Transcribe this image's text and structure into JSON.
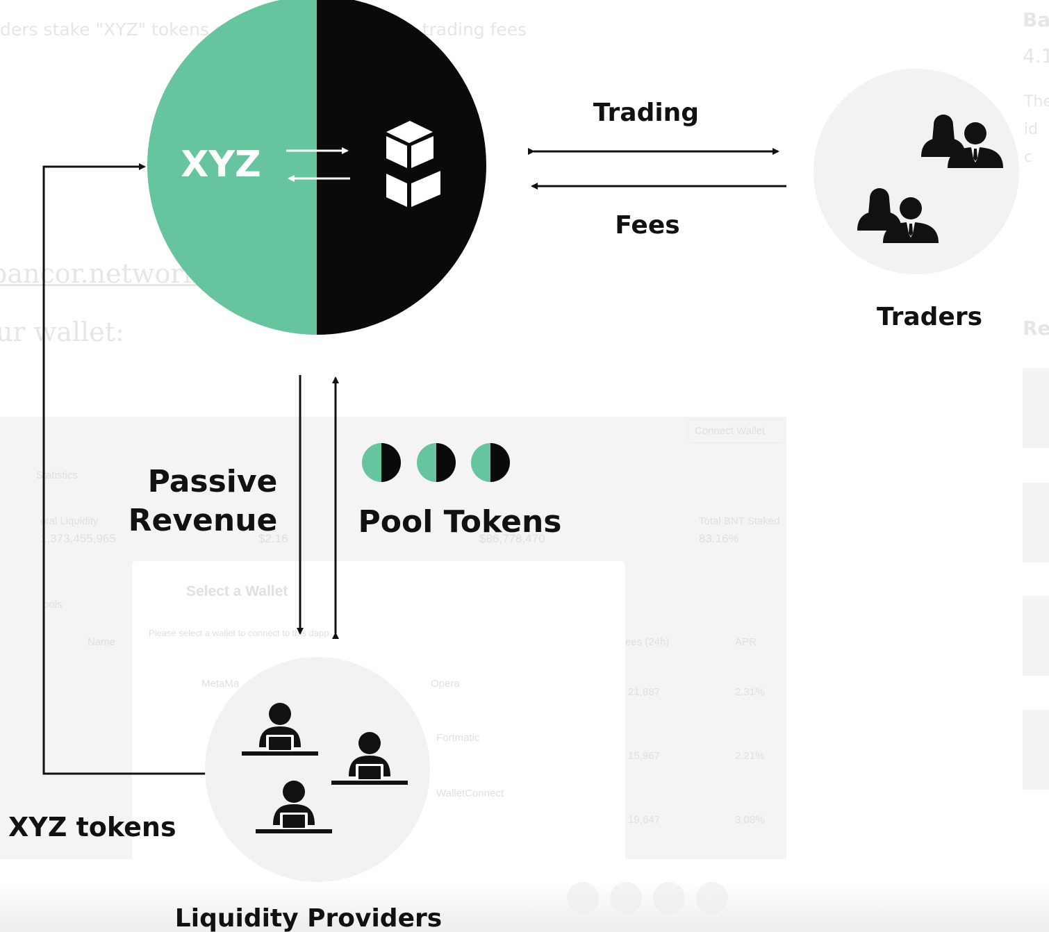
{
  "diagram": {
    "pool_token_symbol": "XYZ",
    "trading_label": "Trading",
    "fees_label": "Fees",
    "traders_label": "Traders",
    "passive_revenue_line1": "Passive",
    "passive_revenue_line2": "Revenue",
    "pool_tokens_label": "Pool Tokens",
    "xyz_tokens_label": "XYZ tokens",
    "liquidity_providers_label": "Liquidity Providers"
  },
  "colors": {
    "mint": "#66c49f",
    "black": "#0a0a0a",
    "node_gray": "#f2f2f2",
    "line": "#111111",
    "faint_text": "#e4e4e4"
  },
  "background": {
    "top_text": "ders stake \"XYZ\" tokens                              ool and earn yield from trading fees",
    "link_text": "bancor.network",
    "wallet_text": "ur wallet:",
    "right_header": "Ba",
    "right_value": "4.1",
    "right_text_1": "The",
    "right_text_2": "id",
    "right_text_3": "c",
    "right_header_2": "Re",
    "statistics": "Statistics",
    "total_liquidity": "otal Liquidity",
    "total_liquidity_value": "1,373,455,965",
    "mid_value_1": "$2.16",
    "mid_value_2": "$86,778,470",
    "total_bnt_staked": "Total BNT Staked",
    "staked_pct": "83.16%",
    "connect_wallet": "Connect Wallet",
    "select_wallet": "Select a Wallet",
    "please_select": "Please select a wallet to connect to this dapp",
    "pools_tab": "ools",
    "name_header": "Name",
    "fees_24h": "ees (24h)",
    "apr": "APR",
    "metamask": "MetaMa",
    "opera": "Opera",
    "fortmatic": "Fortmatic",
    "walletconnect": "WalletConnect",
    "row1_fees": "21,887",
    "row1_apr": "2.31%",
    "row2_fees": "15,967",
    "row2_apr": "2.21%",
    "row3_fees": "19,647",
    "row3_apr": "3.08%"
  }
}
